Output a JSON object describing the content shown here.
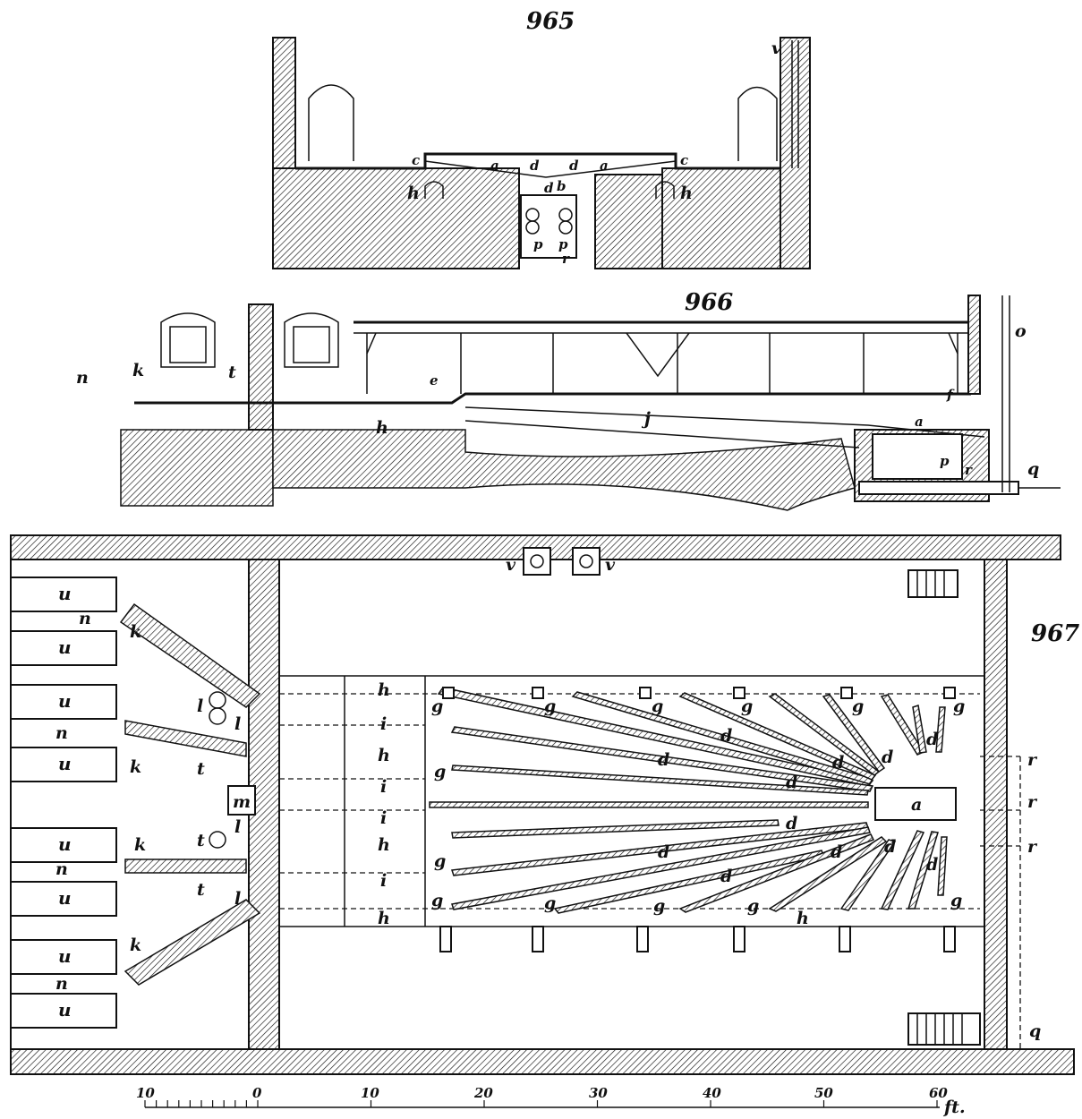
{
  "figures": {
    "fig965": {
      "number": "965",
      "labels": {
        "v": "v",
        "c": "c",
        "a": "a",
        "d": "d",
        "h": "h",
        "b": "b",
        "p": "p",
        "r": "r"
      }
    },
    "fig966": {
      "number": "966",
      "labels": {
        "n": "n",
        "k": "k",
        "t": "t",
        "e": "e",
        "h": "h",
        "j": "j",
        "f": "f",
        "a": "a",
        "o": "o",
        "p": "p",
        "r": "r",
        "q": "q"
      }
    },
    "fig967": {
      "number": "967",
      "labels": {
        "u": "u",
        "n": "n",
        "k": "k",
        "l": "l",
        "t": "t",
        "m": "m",
        "h": "h",
        "i": "i",
        "g": "g",
        "d": "d",
        "a": "a",
        "r": "r",
        "q": "q",
        "v": "v"
      }
    }
  },
  "scale": {
    "ticks": [
      "10",
      "0",
      "10",
      "20",
      "30",
      "40",
      "50",
      "60"
    ],
    "unit": "ft."
  }
}
